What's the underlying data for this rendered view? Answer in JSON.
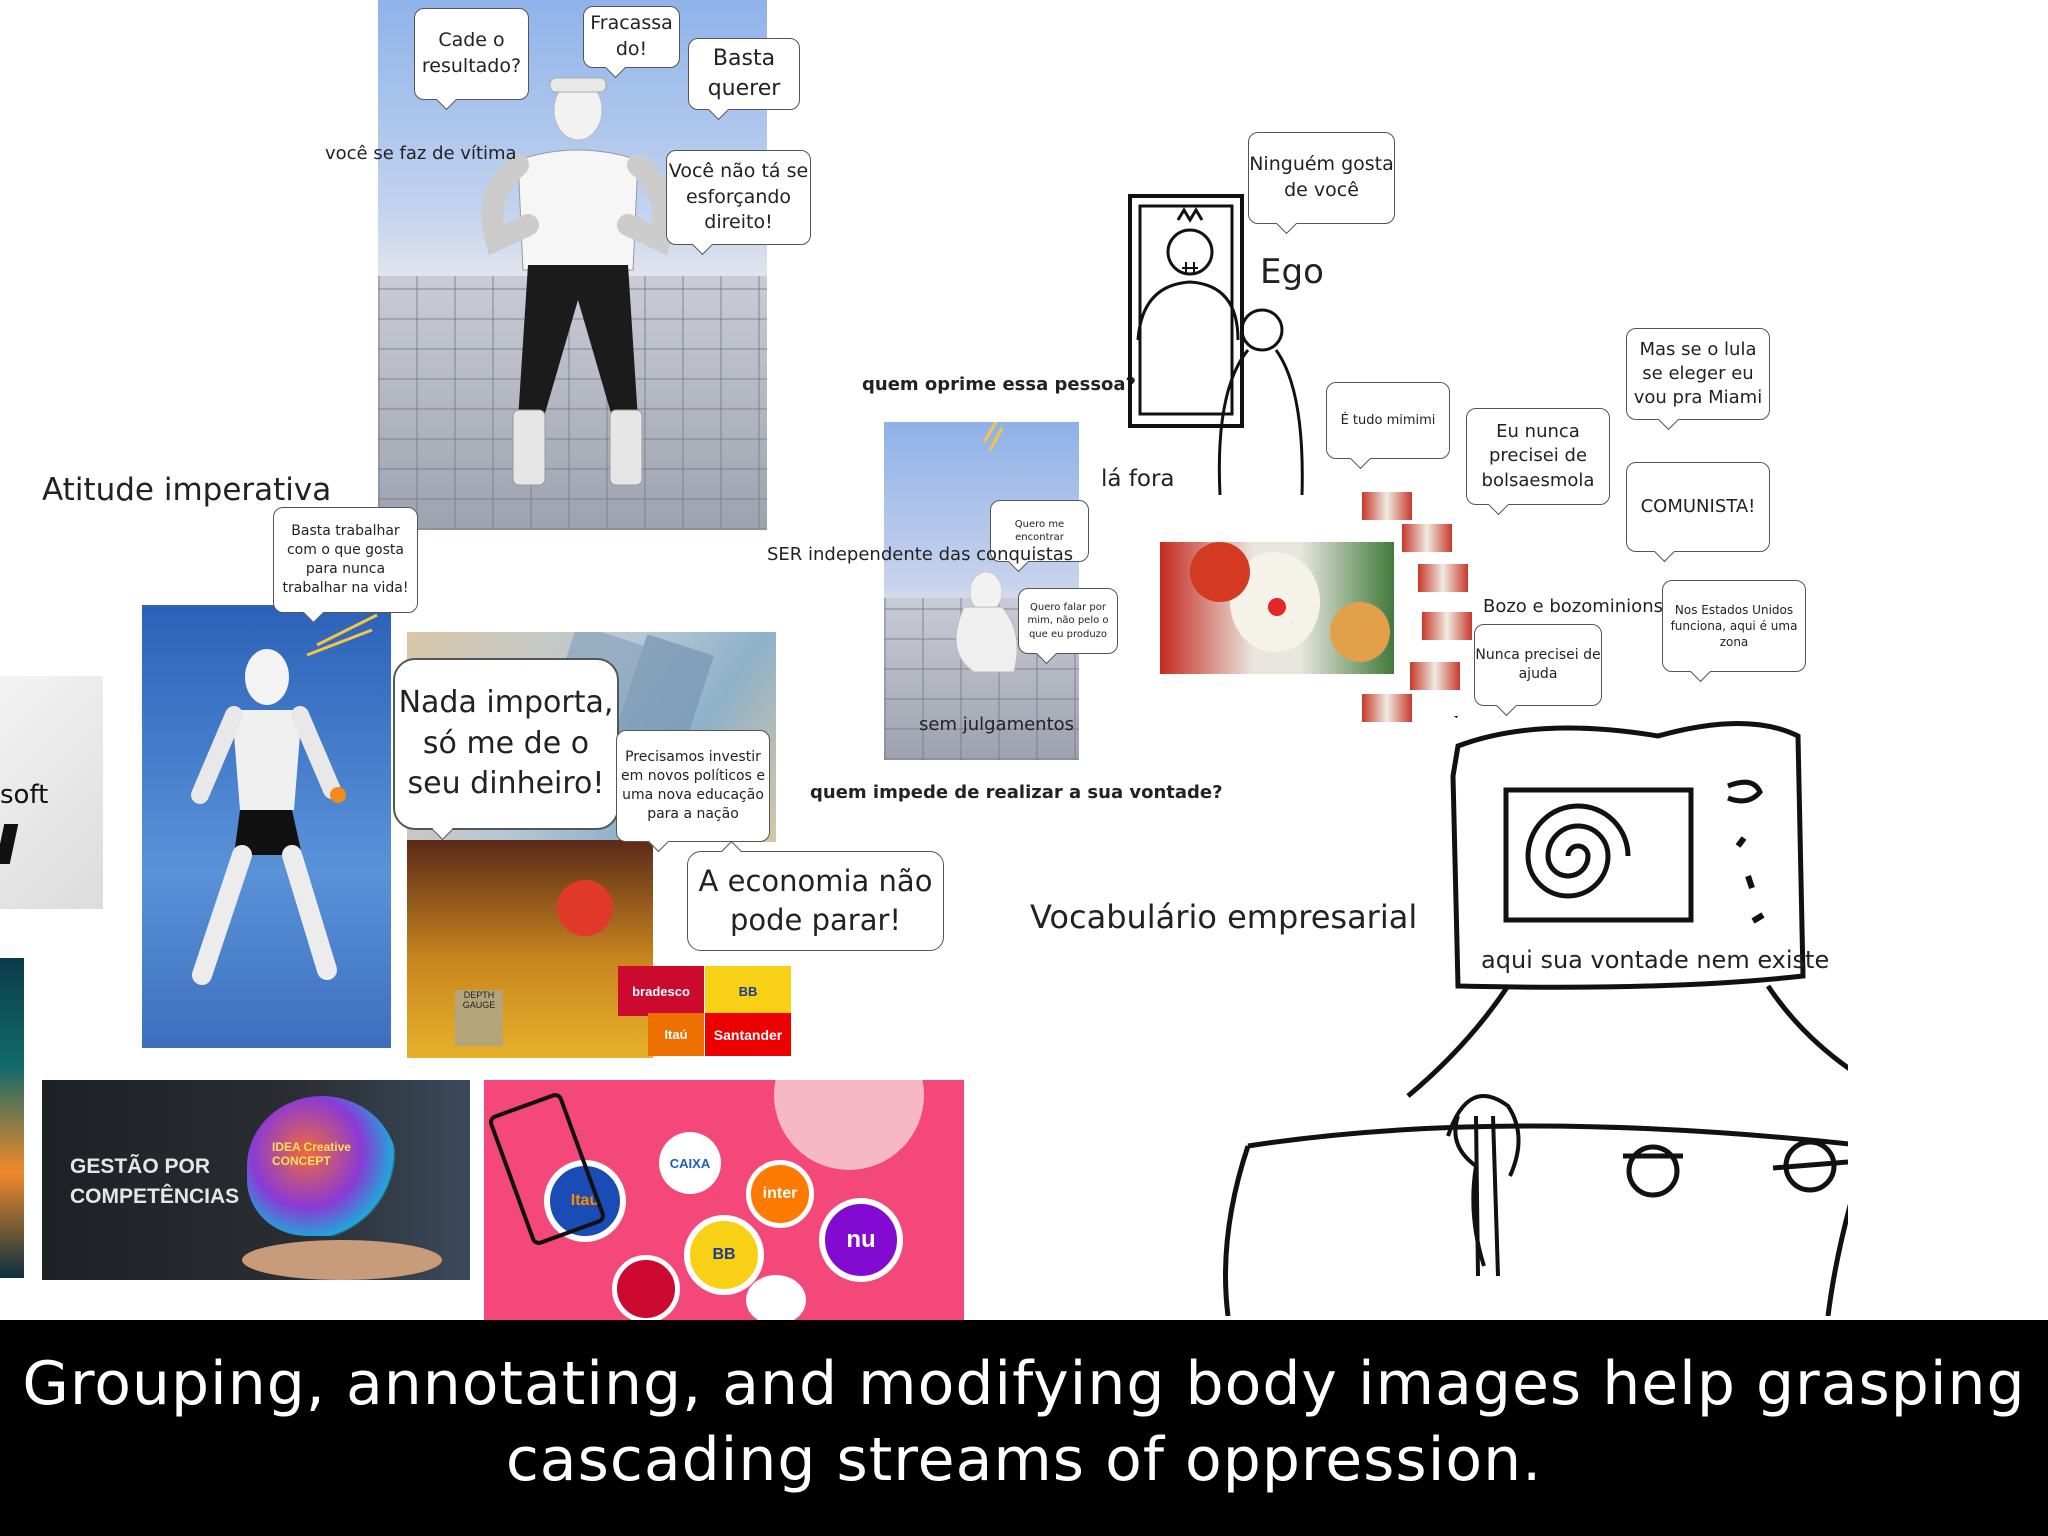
{
  "board": {
    "headings": {
      "atitude": "Atitude imperativa",
      "vocabulario": "Vocabulário empresarial",
      "ego": "Ego"
    },
    "labels": {
      "vitima": "você se faz de vítima",
      "quem_oprime": "quem oprime essa pessoa?",
      "la_fora": "lá fora",
      "ser_independente": "SER independente das conquistas",
      "sem_julgamentos": "sem julgamentos",
      "quem_impede": "quem impede de realizar a sua vontade?",
      "bozo": "Bozo e bozominions",
      "vontade": "aqui sua vontade nem existe",
      "soft": "soft"
    },
    "bubbles": {
      "cade": "Cade o resultado?",
      "fracassado": "Fracassa do!",
      "basta_querer": "Basta querer",
      "esforcando": "Você não tá se esforçando direito!",
      "basta_trabalhar": "Basta trabalhar com o que gosta para nunca trabalhar na vida!",
      "nada_importa": "Nada importa, só me de o seu dinheiro!",
      "precisamos": "Precisamos investir em novos políticos e uma nova educação para a nação",
      "economia": "A economia não pode parar!",
      "quero_encontrar": "Quero me encontrar",
      "quero_falar": "Quero falar por mim, não pelo o que eu produzo",
      "ninguem": "Ninguém gosta de você",
      "mimimi": "É tudo mimimi",
      "bolsaesmola": "Eu nunca precisei de bolsaesmola",
      "lula": "Mas se o lula se eleger eu vou pra Miami",
      "comunista": "COMUNISTA!",
      "estados_unidos": "Nos Estados Unidos funciona, aqui é uma zona",
      "nunca_ajuda": "Nunca precisei de ajuda"
    },
    "banners": {
      "gestao": "GESTÃO POR COMPETÊNCIAS",
      "cloud_words": "IDEA Creative CONCEPT"
    },
    "banks": {
      "bradesco": "bradesco",
      "itau": "Itaú",
      "santander": "Santander",
      "caixa": "CAIXA",
      "inter": "inter",
      "nu": "nu",
      "depth": "DEPTH GAUGE"
    },
    "colors": {
      "bradesco": "#cc092f",
      "itau": "#ec7000",
      "santander": "#ec0000",
      "bb": "#f8d117",
      "nubank": "#820ad1",
      "pink_bg": "#f4477a"
    }
  },
  "caption": {
    "line1": "Grouping, annotating, and modifying body images help grasping",
    "line2": "cascading streams of oppression."
  }
}
